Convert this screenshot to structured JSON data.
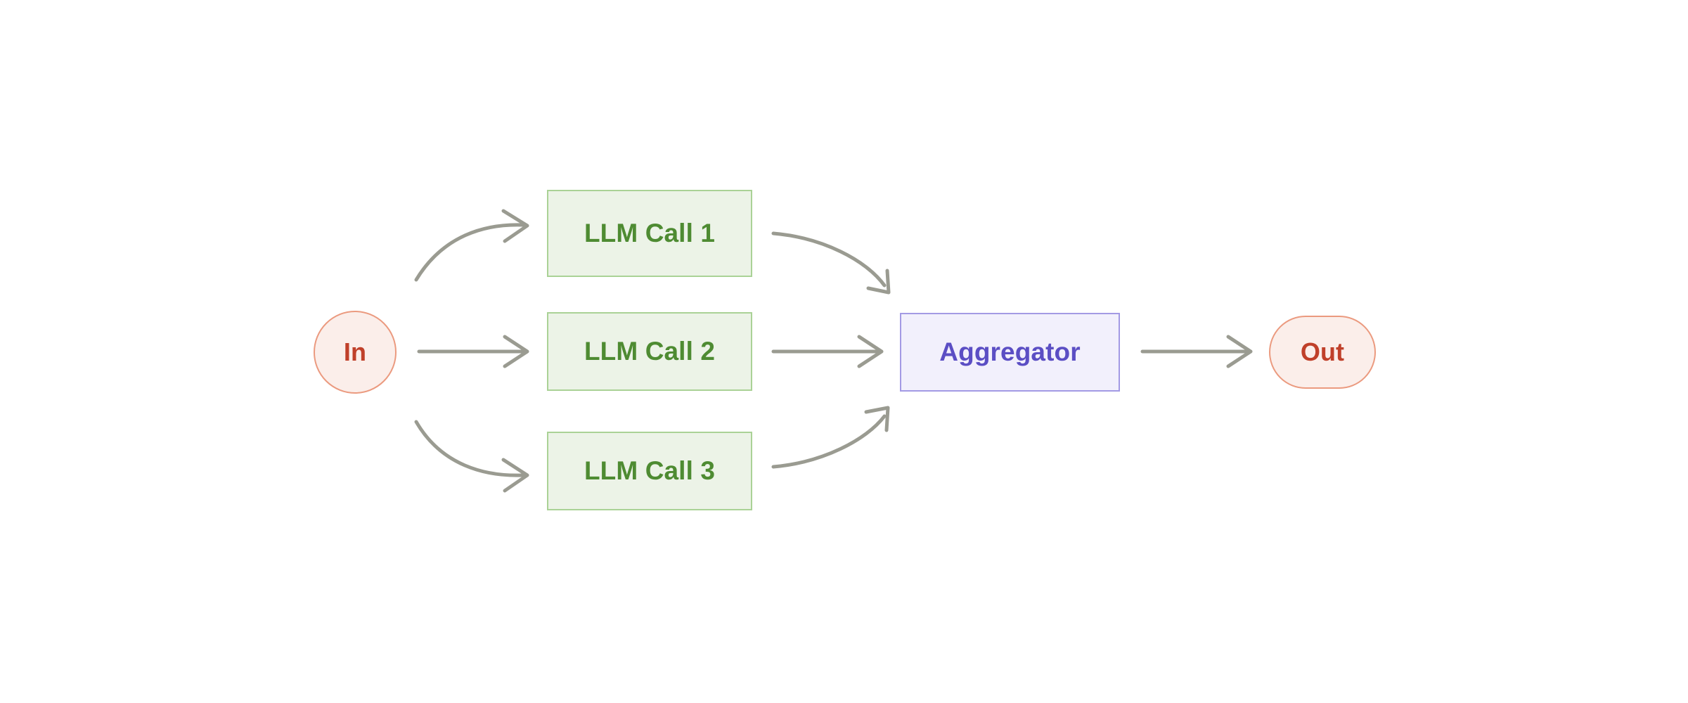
{
  "diagram": {
    "type": "flowchart",
    "orientation": "left-to-right",
    "background_color": "#ffffff",
    "pattern_name": "parallelization",
    "nodes": [
      {
        "id": "in",
        "label": "In",
        "shape": "circle",
        "role": "input",
        "fill": "#fbeeea",
        "stroke": "#eb9a7f",
        "text_color": "#c0402a"
      },
      {
        "id": "llm-call-1",
        "label": "LLM Call 1",
        "shape": "rectangle",
        "role": "process",
        "fill": "#ecf3e7",
        "stroke": "#aad296",
        "text_color": "#4e8b32"
      },
      {
        "id": "llm-call-2",
        "label": "LLM Call 2",
        "shape": "rectangle",
        "role": "process",
        "fill": "#ecf3e7",
        "stroke": "#aad296",
        "text_color": "#4e8b32"
      },
      {
        "id": "llm-call-3",
        "label": "LLM Call 3",
        "shape": "rectangle",
        "role": "process",
        "fill": "#ecf3e7",
        "stroke": "#aad296",
        "text_color": "#4e8b32"
      },
      {
        "id": "aggregator",
        "label": "Aggregator",
        "shape": "rectangle",
        "role": "aggregate",
        "fill": "#f2f0fc",
        "stroke": "#a39ae4",
        "text_color": "#5b4ec4"
      },
      {
        "id": "out",
        "label": "Out",
        "shape": "stadium",
        "role": "output",
        "fill": "#fbeeea",
        "stroke": "#eb9a7f",
        "text_color": "#c0402a"
      }
    ],
    "edges": [
      {
        "id": "edge-in-llm1",
        "from": "in",
        "to": "llm-call-1",
        "style": "curved",
        "label": ""
      },
      {
        "id": "edge-in-llm2",
        "from": "in",
        "to": "llm-call-2",
        "style": "straight",
        "label": ""
      },
      {
        "id": "edge-in-llm3",
        "from": "in",
        "to": "llm-call-3",
        "style": "curved",
        "label": ""
      },
      {
        "id": "edge-llm1-agg",
        "from": "llm-call-1",
        "to": "aggregator",
        "style": "curved",
        "label": ""
      },
      {
        "id": "edge-llm2-agg",
        "from": "llm-call-2",
        "to": "aggregator",
        "style": "straight",
        "label": ""
      },
      {
        "id": "edge-llm3-agg",
        "from": "llm-call-3",
        "to": "aggregator",
        "style": "curved",
        "label": ""
      },
      {
        "id": "edge-agg-out",
        "from": "aggregator",
        "to": "out",
        "style": "straight",
        "label": ""
      }
    ],
    "edge_color": "#9a9b91"
  }
}
